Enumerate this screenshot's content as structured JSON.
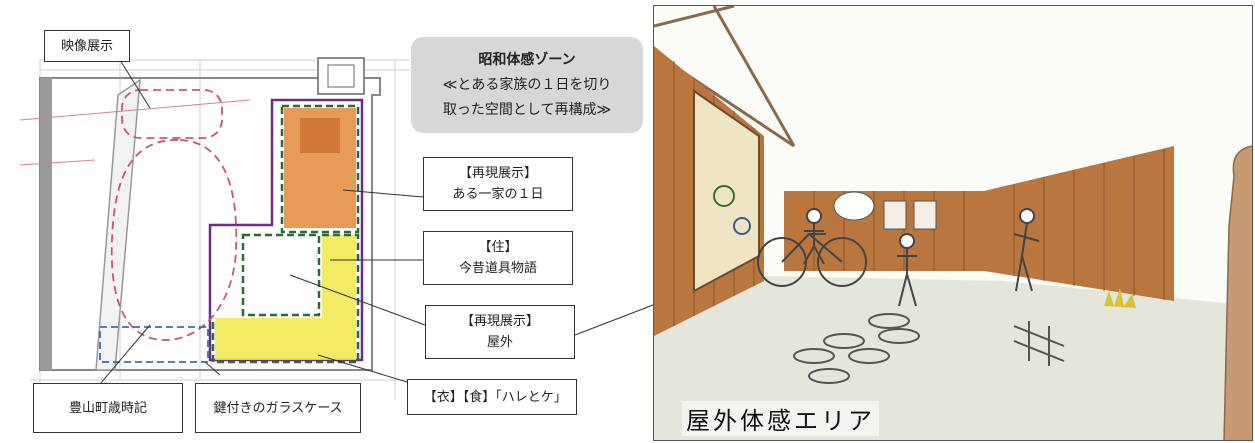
{
  "zone": {
    "title": "昭和体感ゾーン",
    "line2": "≪とある家族の１日を切り",
    "line3": "取った空間として再構成≫"
  },
  "labels": {
    "video": "映像展示",
    "reproduction1_title": "【再現展示】",
    "reproduction1_body": "ある一家の１日",
    "living_title": "【住】",
    "living_body": "今昔道具物語",
    "reproduction2_title": "【再現展示】",
    "reproduction2_body": "屋外",
    "clothing_food": "【衣】【食】｢ハレとケ｣",
    "seasons": "豊山町歳時記",
    "glass_case": "鍵付きのガラスケース"
  },
  "photo": {
    "caption": "屋外体感エリア"
  },
  "colors": {
    "zone_bg": "#d7d7d7",
    "orange_area": "#e48a3c",
    "yellow_area": "#f2e84a",
    "green_dash": "#2e6b34",
    "purple_wall": "#6b2d86",
    "pink_dash": "#c7557a",
    "blue_dash": "#3c6fa8",
    "wood": "#b9773f"
  }
}
